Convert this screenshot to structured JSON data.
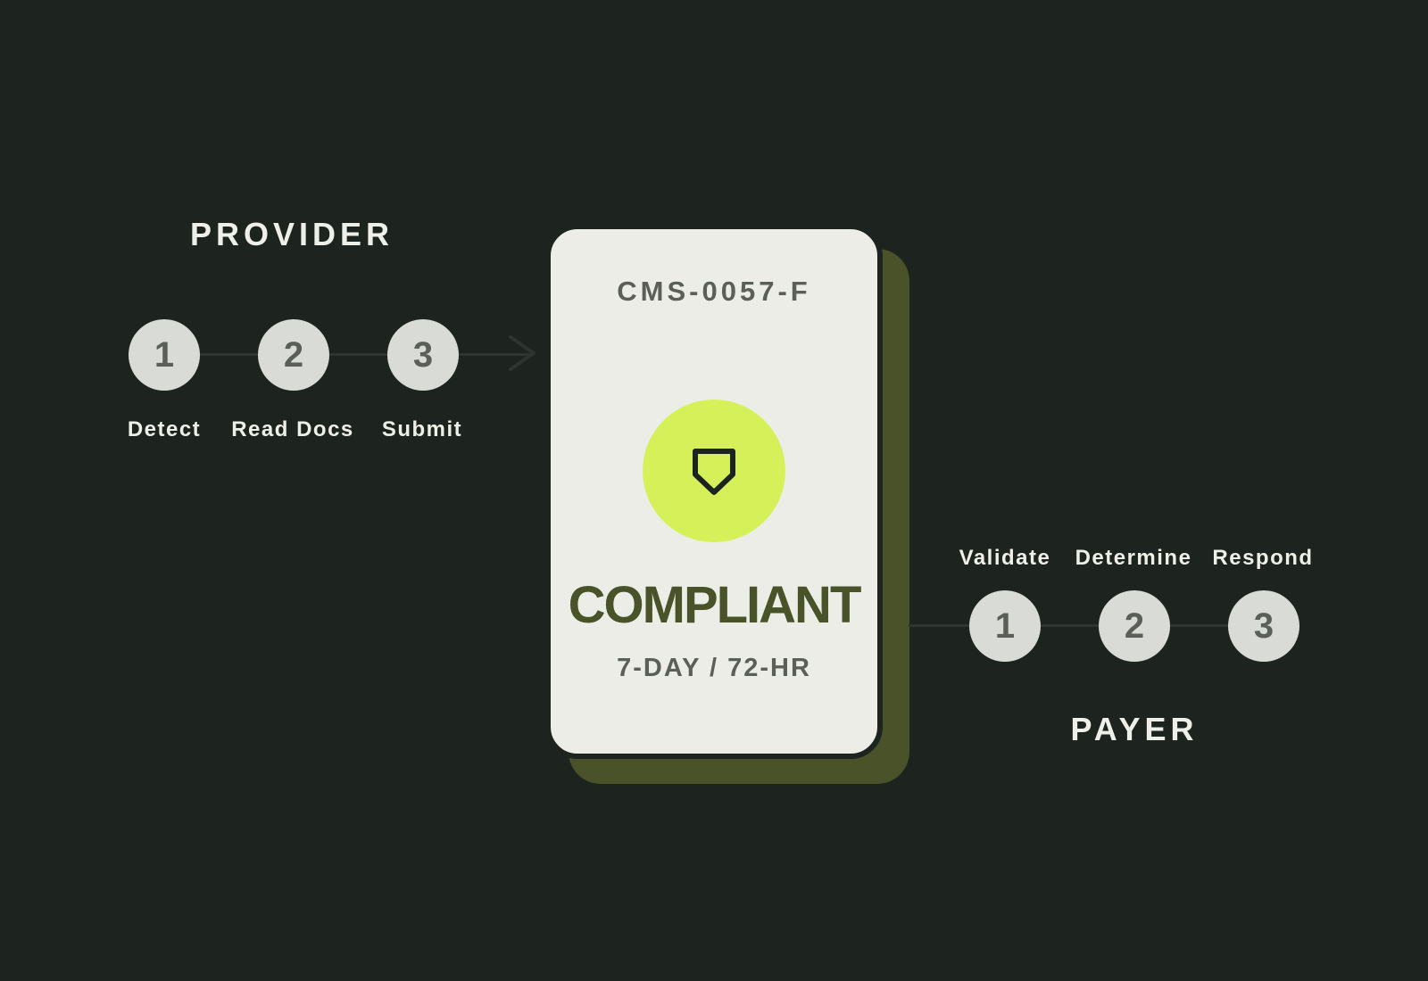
{
  "provider": {
    "title": "PROVIDER",
    "steps": [
      {
        "number": "1",
        "label": "Detect"
      },
      {
        "number": "2",
        "label": "Read Docs"
      },
      {
        "number": "3",
        "label": "Submit"
      }
    ]
  },
  "card": {
    "code": "CMS-0057-F",
    "icon": "shield-icon",
    "status": "COMPLIANT",
    "timeframe": "7-DAY / 72-HR"
  },
  "payer": {
    "title": "PAYER",
    "steps": [
      {
        "number": "1",
        "label": "Validate"
      },
      {
        "number": "2",
        "label": "Determine"
      },
      {
        "number": "3",
        "label": "Respond"
      }
    ]
  },
  "colors": {
    "background": "#1d231e",
    "card": "#ecede7",
    "card_shadow": "#4a5229",
    "accent": "#d6f05a",
    "step_circle": "#d9dcd6",
    "text_light": "#eeefe9",
    "text_muted": "#5a5f58",
    "status_text": "#4a5229"
  }
}
